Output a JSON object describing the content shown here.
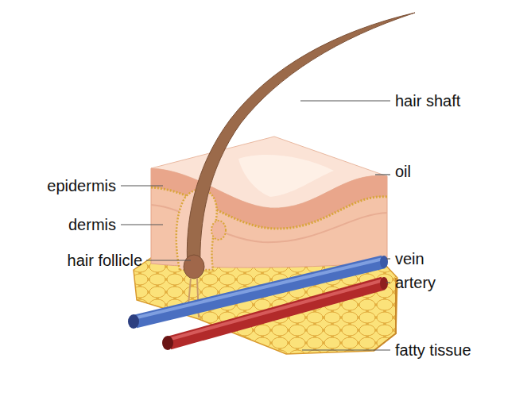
{
  "diagram": {
    "labels": [
      "hair shaft",
      "oil",
      "epidermis",
      "dermis",
      "hair follicle",
      "vein",
      "artery",
      "fatty tissue"
    ]
  }
}
